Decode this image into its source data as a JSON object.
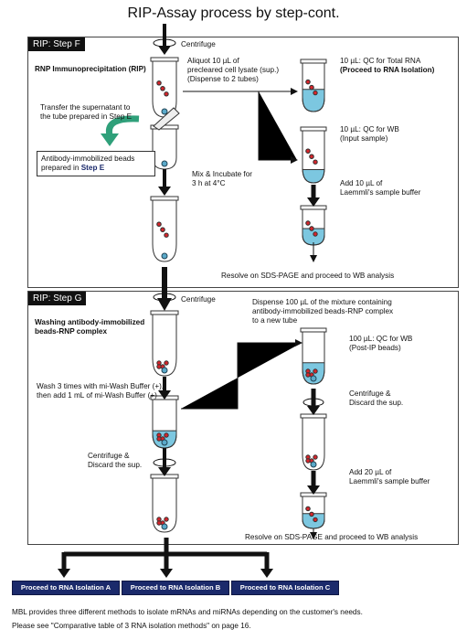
{
  "title": "RIP-Assay process by step-cont.",
  "stepF": {
    "tag": "RIP: Step F",
    "heading": "RNP Immunoprecipitation (RIP)",
    "centrifuge": "Centrifuge",
    "aliquot": [
      "Aliquot 10 µL of",
      "precleared cell lysate (sup.)",
      "(Dispense to 2 tubes)"
    ],
    "qc_rna": "10 µL: QC for Total RNA",
    "qc_rna_bold": "(Proceed to RNA Isolation)",
    "transfer": [
      "Transfer the supernatant to",
      "the tube prepared in Step E"
    ],
    "beads_box": "Antibody-immobilized beads",
    "beads_box2": "prepared in",
    "beads_step": "Step E",
    "mix": [
      "Mix & Incubate for",
      "3 h at 4°C"
    ],
    "qc_wb": [
      "10 µL: QC for WB",
      "(Input sample)"
    ],
    "add_buffer": [
      "Add 10 µL of",
      "Laemmli's sample buffer"
    ],
    "resolve": "Resolve on SDS-PAGE and proceed to WB analysis"
  },
  "stepG": {
    "tag": "RIP: Step G",
    "centrifuge": "Centrifuge",
    "heading": [
      "Washing antibody-immobilized",
      "beads-RNP complex"
    ],
    "dispense": [
      "Dispense 100 µL of the mixture containing",
      "antibody-immobilized beads-RNP complex",
      "to a new tube"
    ],
    "qc_wb": [
      "100 µL: QC for WB",
      "(Post-IP beads)"
    ],
    "wash": [
      "Wash 3 times with mi-Wash Buffer (+),",
      "then add 1 mL of mi-Wash Buffer (+)"
    ],
    "centrifuge_discard_right": [
      "Centrifuge &",
      "Discard the sup."
    ],
    "centrifuge_discard_left": [
      "Centrifuge &",
      "Discard the sup."
    ],
    "add_buffer": [
      "Add 20 µL of",
      "Laemmli's sample buffer"
    ],
    "resolve": "Resolve on SDS-PAGE and proceed to WB analysis"
  },
  "buttons": [
    "Proceed to RNA Isolation A",
    "Proceed to RNA Isolation B",
    "Proceed to RNA Isolation C"
  ],
  "footer": [
    "MBL provides three different methods to isolate mRNAs and miRNAs depending on the customer's needs.",
    "Please see \"Comparative table of 3 RNA isolation methods\" on page 16."
  ],
  "colors": {
    "button_bg": "#1b2a6b",
    "liquid": "#7cc7e0",
    "rna": "#d8252b",
    "arrow": "#111111",
    "curved_arrow": "#2fa07a"
  }
}
